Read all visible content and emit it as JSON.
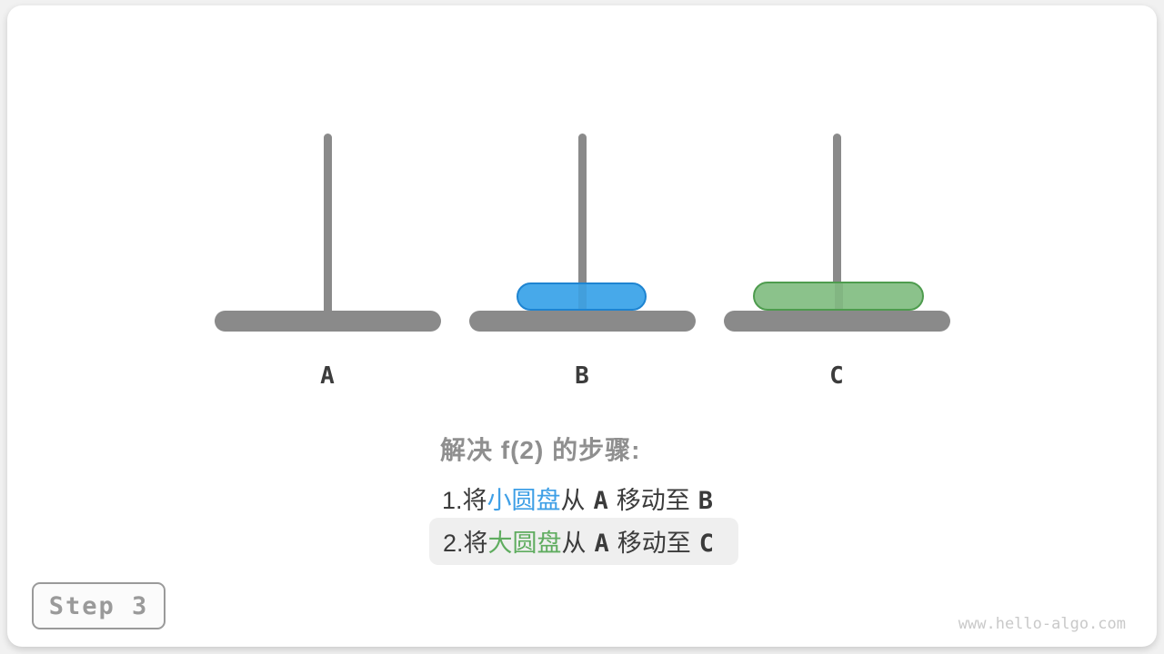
{
  "figure": {
    "watermark": "www.hello-algo.com",
    "step_badge": {
      "label": "Step 3"
    }
  },
  "colors": {
    "small_disk_fill": "#47A9EA",
    "small_disk_border": "#1E84D1",
    "large_disk_fill": "#8BC28B",
    "large_disk_border": "#4E9C4E",
    "peg_gray": "#8A8A8A",
    "heading_gray": "#8F8F8F",
    "text_dark": "#3B3B3B",
    "blue_text": "#3E9FE6",
    "green_text": "#5FAC5F",
    "highlight_bg": "#EFEFEF"
  },
  "hanoi": {
    "pegs": [
      {
        "label": "A",
        "disks": []
      },
      {
        "label": "B",
        "disks": [
          "small-disk"
        ]
      },
      {
        "label": "C",
        "disks": [
          "large-disk"
        ]
      }
    ]
  },
  "steps": {
    "heading": "解决 f(2) 的步骤:",
    "items": [
      {
        "num": "1.",
        "pre": "将",
        "disk": "小圆盘",
        "mid": "从",
        "from": "A",
        "verb": "移动至",
        "to": "B",
        "highlighted": false
      },
      {
        "num": "2.",
        "pre": "将",
        "disk": "大圆盘",
        "mid": "从",
        "from": "A",
        "verb": "移动至",
        "to": "C",
        "highlighted": true
      }
    ]
  }
}
